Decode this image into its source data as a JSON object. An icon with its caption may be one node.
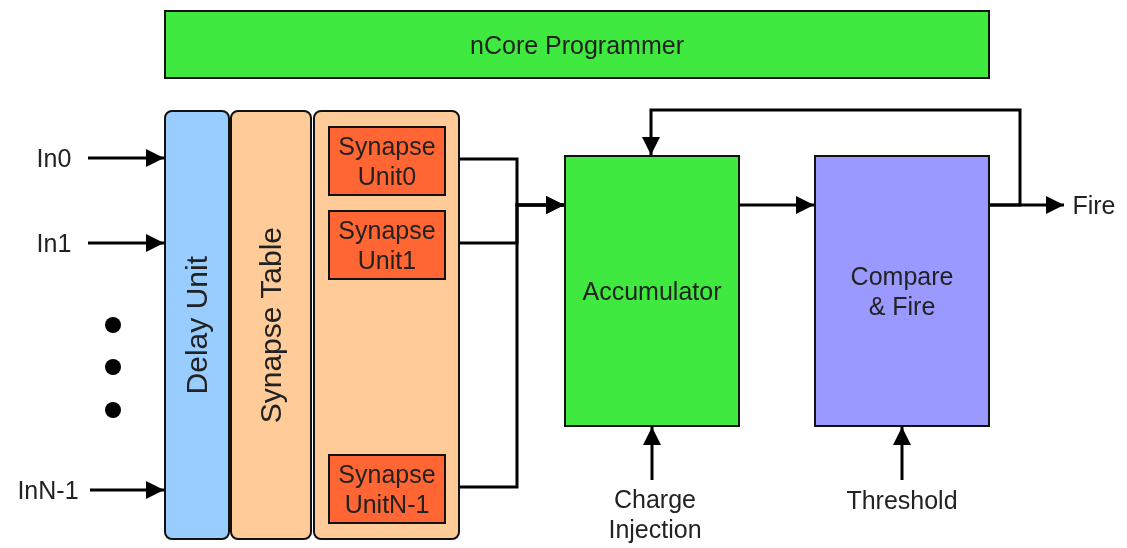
{
  "diagram": {
    "nodes": [
      {
        "text": [
          "nCore Programmer"
        ]
      },
      {
        "text": [
          "Delay Unit"
        ]
      },
      {
        "text": [
          "Synapse Table"
        ]
      },
      {
        "text": [],
        "shape": "box"
      },
      {
        "text": [
          "Synapse Unit0"
        ],
        "in": 3
      },
      {
        "text": [
          "Synapse Unit1"
        ],
        "in": 3
      },
      {
        "text": [
          "Synapse UnitN-1"
        ],
        "in": 3
      },
      {
        "text": [
          "Accumulator"
        ]
      },
      {
        "text": [
          "Compare & Fire"
        ]
      },
      {
        "text": [
          "In0"
        ]
      },
      {
        "text": [
          "In1"
        ]
      },
      {
        "text": [
          "InN-1"
        ]
      },
      {
        "text": [
          "Fire"
        ]
      },
      {
        "text": [
          "Charge Injection"
        ]
      },
      {
        "text": [
          "Threshold"
        ]
      }
    ],
    "edges": [
      {
        "from": 9,
        "to": 1,
        "arrow": "to"
      },
      {
        "from": 10,
        "to": 1,
        "arrow": "to"
      },
      {
        "from": 11,
        "to": 1,
        "arrow": "to"
      },
      {
        "from": 4,
        "to": 7,
        "arrow": "to"
      },
      {
        "from": 5,
        "to": 7,
        "arrow": "to"
      },
      {
        "from": 6,
        "to": 7,
        "arrow": "to"
      },
      {
        "from": 7,
        "to": 8,
        "arrow": "to"
      },
      {
        "from": 8,
        "to": 12,
        "arrow": "to"
      },
      {
        "from": 8,
        "to": 7,
        "arrow": "to"
      },
      {
        "from": 13,
        "to": 7,
        "arrow": "to"
      },
      {
        "from": 14,
        "to": 8,
        "arrow": "to"
      }
    ]
  }
}
